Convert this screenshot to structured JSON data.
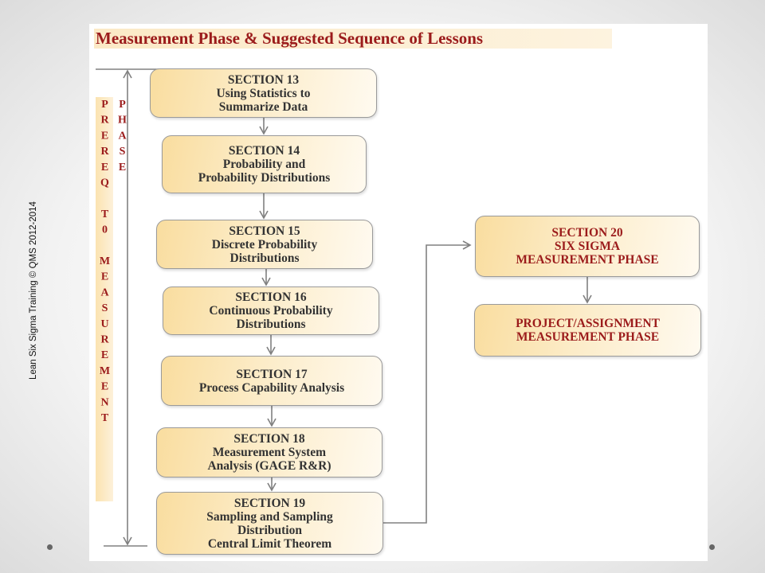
{
  "slide": {
    "title": "Measurement Phase & Suggested Sequence of Lessons",
    "side_label": "PREREQ T0 MEASUREMENT PHASE",
    "copyright": "Lean Six Sigma Training  © QMS 2012-2014"
  },
  "sections": [
    {
      "lines": [
        "SECTION 13",
        "Using Statistics to",
        "Summarize Data"
      ]
    },
    {
      "lines": [
        "SECTION 14",
        "Probability and",
        "Probability Distributions"
      ]
    },
    {
      "lines": [
        "SECTION 15",
        "Discrete Probability",
        "Distributions"
      ]
    },
    {
      "lines": [
        "SECTION 16",
        "Continuous Probability",
        "Distributions"
      ]
    },
    {
      "lines": [
        "SECTION 17",
        "Process Capability Analysis"
      ]
    },
    {
      "lines": [
        "SECTION 18",
        "Measurement System",
        "Analysis (GAGE R&R)"
      ]
    },
    {
      "lines": [
        "SECTION 19",
        "Sampling and Sampling",
        "Distribution",
        "Central Limit Theorem"
      ]
    },
    {
      "lines": [
        "SECTION 20",
        "SIX SIGMA",
        "MEASUREMENT PHASE"
      ]
    },
    {
      "lines": [
        "PROJECT/ASSIGNMENT",
        "MEASUREMENT PHASE"
      ]
    }
  ],
  "colors": {
    "accent": "#9b1b1b",
    "box_fill": "#f9dd9f",
    "connector": "#808080"
  }
}
